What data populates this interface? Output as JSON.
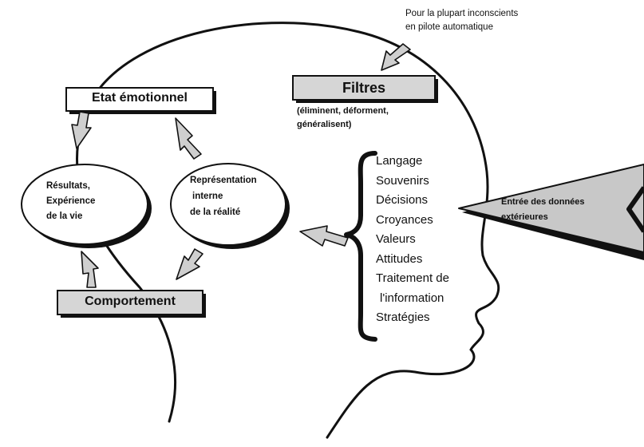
{
  "top_note": {
    "line1": "Pour la plupart inconscients",
    "line2": "en pilote automatique"
  },
  "filtres": {
    "title": "Filtres",
    "sub1": "(éliminent, déforment,",
    "sub2": "généralisent)"
  },
  "filter_items": [
    "Langage",
    "Souvenirs",
    "Décisions",
    "Croyances",
    "Valeurs",
    "Attitudes",
    "Traitement de",
    "l'information",
    "Stratégies"
  ],
  "etat": {
    "label": "Etat émotionnel"
  },
  "comportement": {
    "label": "Comportement"
  },
  "resultats": {
    "line1": "Résultats,",
    "line2": "Expérience",
    "line3": "de la vie"
  },
  "representation": {
    "line1": "Représentation",
    "line2": "interne",
    "line3": "de la réalité"
  },
  "input_arrow": {
    "line1": "Entrée des données",
    "line2": "extérieures"
  },
  "colors": {
    "box_fill": "#d6d6d6",
    "arrow_fill": "#c8c8c8",
    "ink": "#111111"
  }
}
